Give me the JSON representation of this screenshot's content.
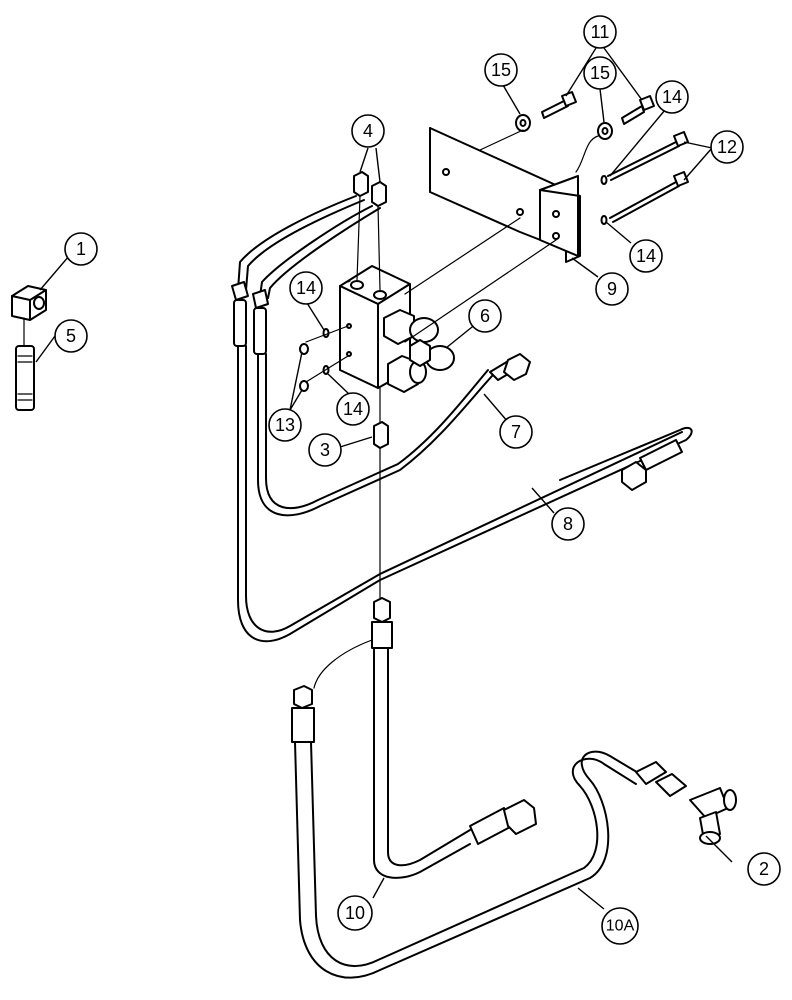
{
  "diagram": {
    "callouts": [
      {
        "id": "c1",
        "label": "1"
      },
      {
        "id": "c2",
        "label": "2"
      },
      {
        "id": "c3",
        "label": "3"
      },
      {
        "id": "c4",
        "label": "4"
      },
      {
        "id": "c5",
        "label": "5"
      },
      {
        "id": "c6",
        "label": "6"
      },
      {
        "id": "c7",
        "label": "7"
      },
      {
        "id": "c8",
        "label": "8"
      },
      {
        "id": "c9",
        "label": "9"
      },
      {
        "id": "c10",
        "label": "10"
      },
      {
        "id": "c10a",
        "label": "10A"
      },
      {
        "id": "c11",
        "label": "11"
      },
      {
        "id": "c12",
        "label": "12"
      },
      {
        "id": "c13",
        "label": "13"
      },
      {
        "id": "c14a",
        "label": "14"
      },
      {
        "id": "c14b",
        "label": "14"
      },
      {
        "id": "c14c",
        "label": "14"
      },
      {
        "id": "c14d",
        "label": "14"
      },
      {
        "id": "c15a",
        "label": "15"
      },
      {
        "id": "c15b",
        "label": "15"
      }
    ]
  }
}
